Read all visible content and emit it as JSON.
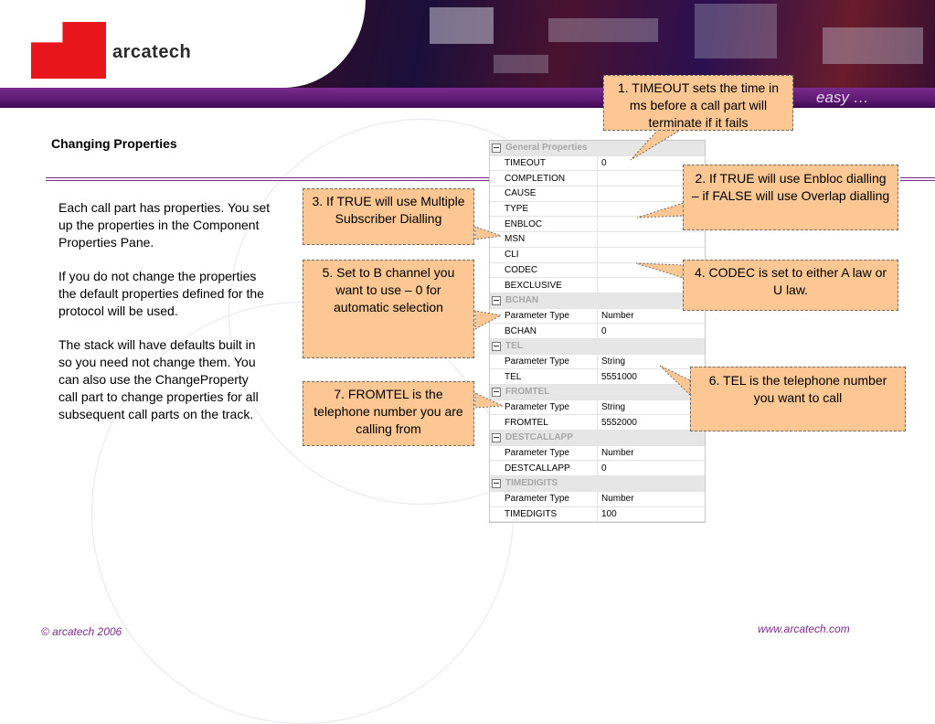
{
  "header": {
    "logo_text": "arcatech",
    "tagline": "easy …"
  },
  "title": "Changing Properties",
  "body": [
    "Each call part has properties. You set up the properties in the Component Properties Pane.",
    "If you do not change the properties the default properties defined for the protocol will be used.",
    "The stack will have defaults built in so you need not change them. You can also use the ChangeProperty call part to change properties for all subsequent call parts on the track."
  ],
  "property_grid": [
    {
      "section": "General Properties",
      "rows": [
        {
          "name": "TIMEOUT",
          "value": "0"
        },
        {
          "name": "COMPLETION",
          "value": ""
        },
        {
          "name": "CAUSE",
          "value": ""
        },
        {
          "name": "TYPE",
          "value": ""
        },
        {
          "name": "ENBLOC",
          "value": ""
        },
        {
          "name": "MSN",
          "value": ""
        },
        {
          "name": "CLI",
          "value": ""
        },
        {
          "name": "CODEC",
          "value": ""
        },
        {
          "name": "BEXCLUSIVE",
          "value": ""
        }
      ]
    },
    {
      "section": "BCHAN",
      "rows": [
        {
          "name": "Parameter Type",
          "value": "Number"
        },
        {
          "name": "BCHAN",
          "value": "0"
        }
      ]
    },
    {
      "section": "TEL",
      "rows": [
        {
          "name": "Parameter Type",
          "value": "String"
        },
        {
          "name": "TEL",
          "value": "5551000"
        }
      ]
    },
    {
      "section": "FROMTEL",
      "rows": [
        {
          "name": "Parameter Type",
          "value": "String"
        },
        {
          "name": "FROMTEL",
          "value": "5552000"
        }
      ]
    },
    {
      "section": "DESTCALLAPP",
      "rows": [
        {
          "name": "Parameter Type",
          "value": "Number"
        },
        {
          "name": "DESTCALLAPP",
          "value": "0"
        }
      ]
    },
    {
      "section": "TIMEDIGITS",
      "rows": [
        {
          "name": "Parameter Type",
          "value": "Number"
        },
        {
          "name": "TIMEDIGITS",
          "value": "100"
        }
      ]
    }
  ],
  "callouts": {
    "c1": "1. TIMEOUT sets the time in ms before a call part will terminate if it fails",
    "c2": "2. If TRUE will use Enbloc dialling – if FALSE will use Overlap dialling",
    "c3": "3. If TRUE will use Multiple Subscriber Dialling",
    "c4": "4. CODEC is set to either A law or U law.",
    "c5": "5. Set to B channel you want to use – 0 for automatic selection",
    "c6": "6. TEL is the telephone number you want to call",
    "c7": "7. FROMTEL is the telephone number you are calling from"
  },
  "footer": {
    "copyright": "© arcatech 2006",
    "url": "www.arcatech.com"
  },
  "colors": {
    "brand_red": "#e8161b",
    "brand_purple": "#7a2c8c",
    "callout_fill": "#fdc793"
  }
}
